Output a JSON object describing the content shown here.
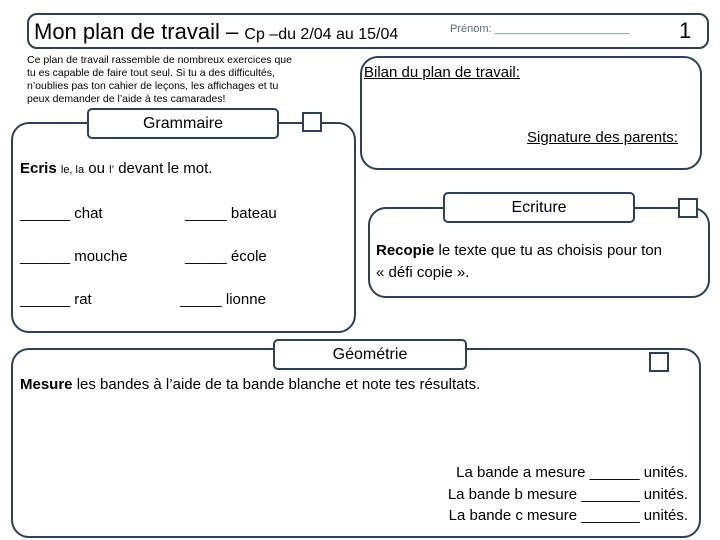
{
  "header": {
    "title": "Mon plan de travail",
    "title_dash": "–",
    "subtitle": "Cp –du 2/04 au 15/04",
    "prenom_label": "Prénom: ______________________",
    "number": "1"
  },
  "intro": {
    "lines": [
      "Ce plan de travail rassemble de nombreux exercices que",
      "tu es capable de faire tout seul. Si tu a des difficultés,",
      "n’oublies pas ton cahier de leçons, les affichages et tu",
      "peux demander de l’aide à tes camarades!"
    ]
  },
  "bilan": {
    "label": "Bilan du plan de travail:",
    "signature": "Signature des parents:"
  },
  "grammaire": {
    "tag": "Grammaire",
    "instruction_bold": "Ecris",
    "instruction_small": "le, la",
    "instruction_ou": "ou",
    "instruction_l": "l’",
    "instruction_rest": "devant le mot.",
    "rows": [
      [
        "______ chat",
        "_____  bateau"
      ],
      [
        "______ mouche",
        "_____ école"
      ],
      [
        "______ rat",
        "_____ lionne"
      ]
    ]
  },
  "ecriture": {
    "tag": "Ecriture",
    "bold": "Recopie",
    "line1": "le texte que tu as choisis pour ton",
    "line2": "« défi copie »."
  },
  "geometrie": {
    "tag": "Géométrie",
    "bold": "Mesure",
    "rest": "les bandes à l’aide de ta bande blanche et note tes résultats.",
    "results": [
      "La bande a  mesure ______ unités.",
      "La bande b mesure _______ unités.",
      "La bande c mesure _______ unités."
    ]
  },
  "colors": {
    "border": "#2f3f56"
  }
}
